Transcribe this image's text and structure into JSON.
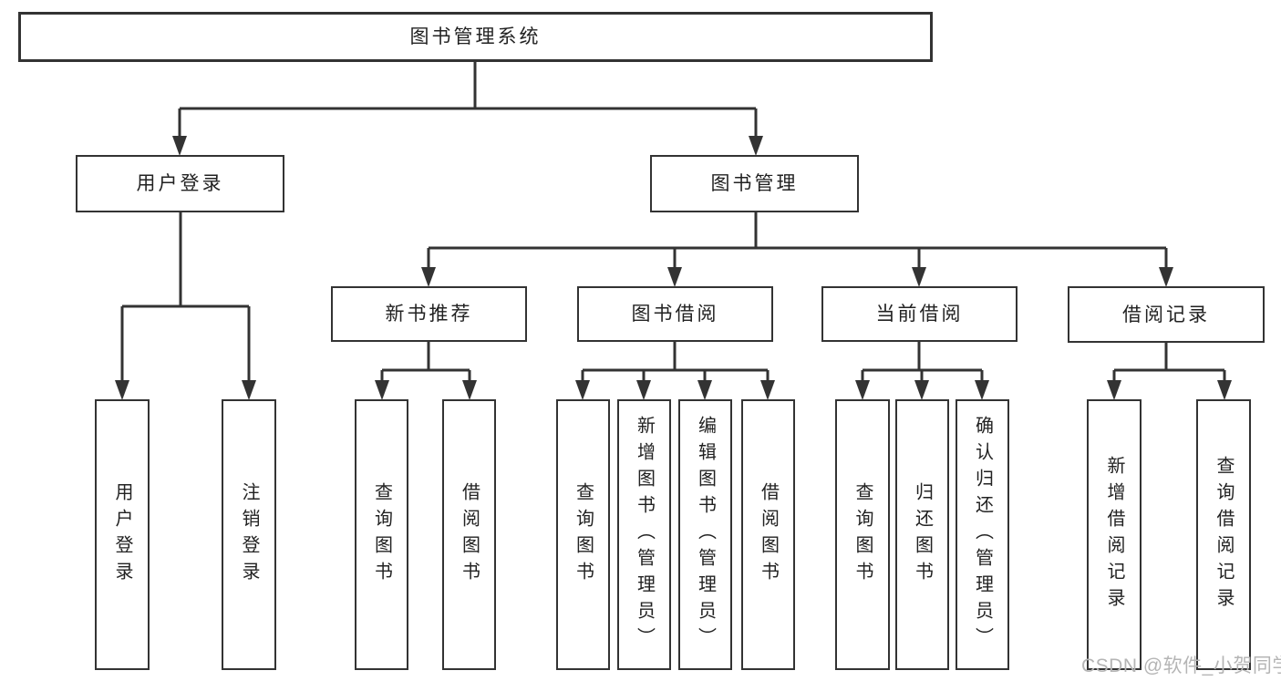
{
  "diagram": {
    "root": {
      "label": "图书管理系统"
    },
    "branches": [
      {
        "label": "用户登录",
        "children": [
          {
            "label": "用户登录"
          },
          {
            "label": "注销登录"
          }
        ]
      },
      {
        "label": "图书管理",
        "children": [
          {
            "label": "新书推荐",
            "children": [
              {
                "label": "查询图书"
              },
              {
                "label": "借阅图书"
              }
            ]
          },
          {
            "label": "图书借阅",
            "children": [
              {
                "label": "查询图书"
              },
              {
                "label": "新增图书（管理员）"
              },
              {
                "label": "编辑图书（管理员）"
              },
              {
                "label": "借阅图书"
              }
            ]
          },
          {
            "label": "当前借阅",
            "children": [
              {
                "label": "查询图书"
              },
              {
                "label": "归还图书"
              },
              {
                "label": "确认归还（管理员）"
              }
            ]
          },
          {
            "label": "借阅记录",
            "children": [
              {
                "label": "新增借阅记录"
              },
              {
                "label": "查询借阅记录"
              }
            ]
          }
        ]
      }
    ]
  },
  "watermark": {
    "text": "CSDN @软件_小贺同学"
  },
  "colors": {
    "line": "#333333",
    "text": "#222222",
    "watermark": "#b5b5b5",
    "background": "#ffffff"
  }
}
